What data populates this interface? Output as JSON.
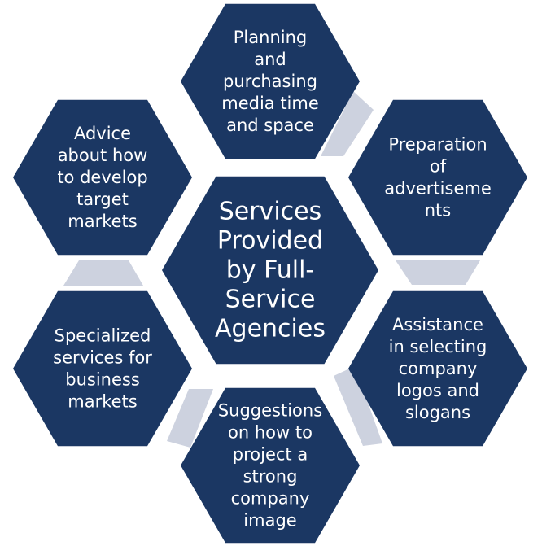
{
  "diagram": {
    "hex_color": "#1b3763",
    "connector_color": "#cdd2df",
    "center": {
      "label": "Services Provided by Full-Service Agencies",
      "lines": [
        "Services",
        "Provided",
        "by Full-",
        "Service",
        "Agencies"
      ]
    },
    "items": [
      {
        "id": "planning",
        "label": "Planning and purchasing media time and space",
        "lines": [
          "Planning",
          "and",
          "purchasing",
          "media time",
          "and space"
        ]
      },
      {
        "id": "preparation",
        "label": "Preparation of advertisements",
        "lines": [
          "Preparation",
          "of",
          "advertiseme",
          "nts"
        ]
      },
      {
        "id": "assistance",
        "label": "Assistance in selecting company logos and slogans",
        "lines": [
          "Assistance",
          "in selecting",
          "company",
          "logos and",
          "slogans"
        ]
      },
      {
        "id": "suggestions",
        "label": "Suggestions on how to project a strong company image",
        "lines": [
          "Suggestions",
          "on how to",
          "project a",
          "strong",
          "company",
          "image"
        ]
      },
      {
        "id": "specialized",
        "label": "Specialized services for business markets",
        "lines": [
          "Specialized",
          "services for",
          "business",
          "markets"
        ]
      },
      {
        "id": "advice",
        "label": "Advice about how to develop target markets",
        "lines": [
          "Advice",
          "about how",
          "to develop",
          "target",
          "markets"
        ]
      }
    ]
  }
}
